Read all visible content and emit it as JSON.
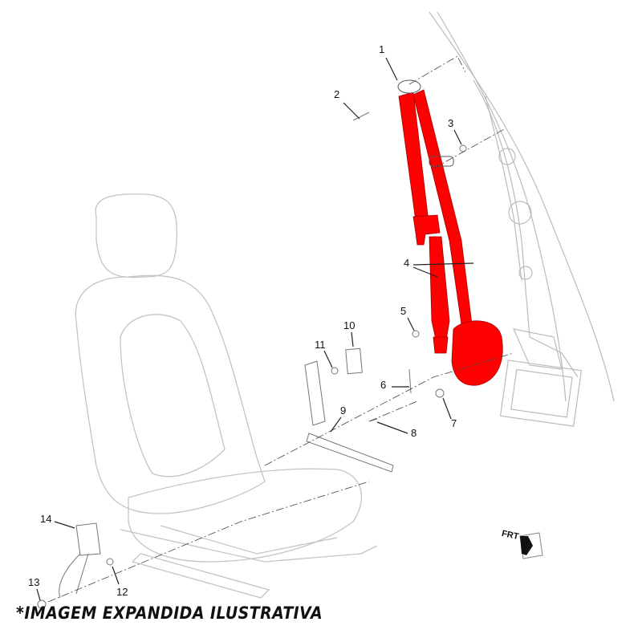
{
  "diagram": {
    "callouts": [
      "1",
      "2",
      "3",
      "4",
      "5",
      "6",
      "7",
      "8",
      "9",
      "10",
      "11",
      "12",
      "13",
      "14"
    ],
    "direction_label": "FRT",
    "caption": "*IMAGEM EXPANDIDA ILUSTRATIVA",
    "colors": {
      "belt": "#ff0000",
      "line": "#bbbbbb",
      "callout_line": "#222222"
    }
  }
}
